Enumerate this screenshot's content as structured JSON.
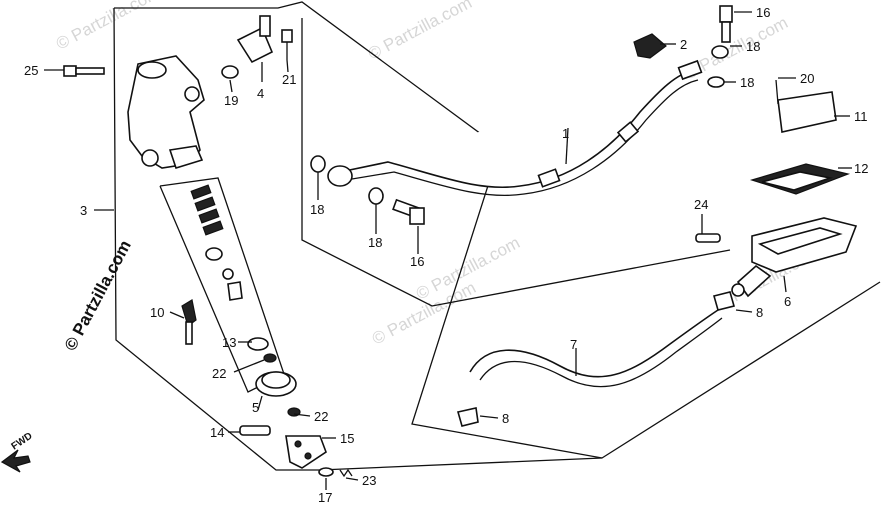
{
  "watermark": "© Partzilla.com",
  "brand_text": "© Partzilla.com",
  "fwd_label": "FWD",
  "callouts": [
    "1",
    "2",
    "3",
    "4",
    "5",
    "6",
    "7",
    "8",
    "8",
    "10",
    "11",
    "12",
    "13",
    "14",
    "15",
    "16",
    "16",
    "17",
    "18",
    "18",
    "18",
    "18",
    "19",
    "20",
    "21",
    "22",
    "22",
    "23",
    "24",
    "25"
  ]
}
